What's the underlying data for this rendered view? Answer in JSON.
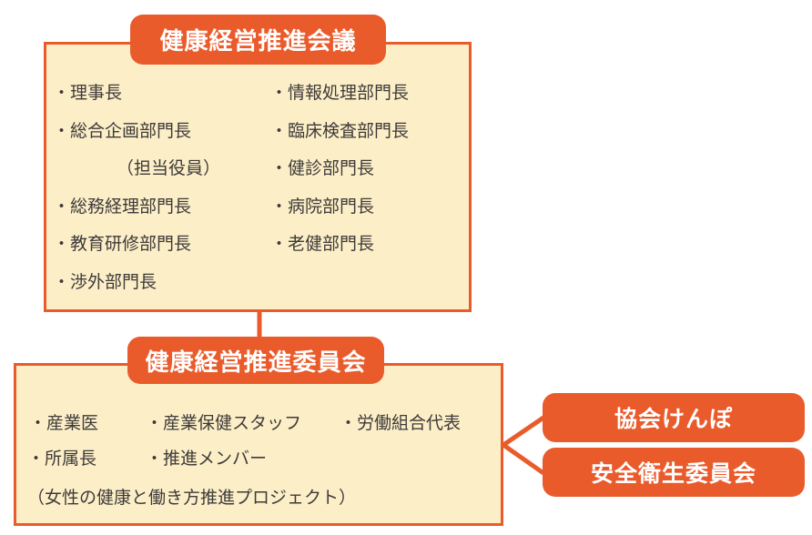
{
  "colors": {
    "orange": "#EA5B2C",
    "cream": "#FCEFC8",
    "text": "#3E3A39",
    "white": "#FFFFFF"
  },
  "council": {
    "title": "健康経営推進会議",
    "left_items": [
      "・理事長",
      "・総合企画部門長",
      "（担当役員）",
      "・総務経理部門長",
      "・教育研修部門長",
      "・渉外部門長"
    ],
    "right_items": [
      "・情報処理部門長",
      "・臨床検査部門長",
      "・健診部門長",
      "・病院部門長",
      "・老健部門長"
    ]
  },
  "committee": {
    "title": "健康経営推進委員会",
    "members_row1": [
      "・産業医",
      "・産業保健スタッフ",
      "・労働組合代表"
    ],
    "members_row2": [
      "・所属長",
      "・推進メンバー"
    ],
    "note": "（女性の健康と働き方推進プロジェクト）"
  },
  "related_boxes": [
    {
      "label": "協会けんぽ"
    },
    {
      "label": "安全衛生委員会"
    }
  ]
}
